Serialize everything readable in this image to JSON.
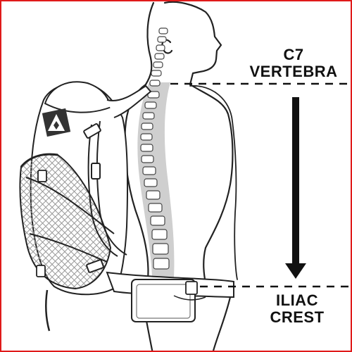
{
  "labels": {
    "top_line1": "C7",
    "top_line2": "VERTEBRA",
    "bottom_line1": "ILIAC",
    "bottom_line2": "CREST"
  },
  "colors": {
    "frame": "#e01a1a",
    "ink": "#222222",
    "spine_fill": "#cfcfcf",
    "mesh": "#9a9a9a"
  },
  "icons": {
    "logo": "triangle-logo-icon",
    "arrow": "down-arrow-icon"
  }
}
